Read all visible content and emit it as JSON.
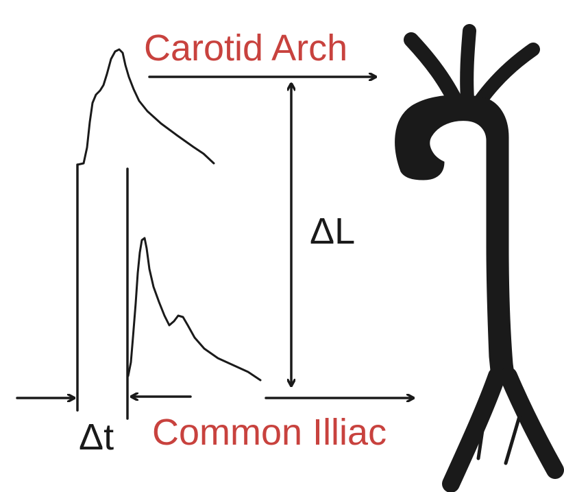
{
  "labels": {
    "carotid_arch": "Carotid Arch",
    "common_illiac": "Common Illiac",
    "delta_l": "ΔL",
    "delta_t": "Δt"
  },
  "colors": {
    "label_red": "#c8423e",
    "ink": "#1a1a1a",
    "background": "#ffffff"
  },
  "icons": {
    "aorta": "aorta-silhouette-icon"
  }
}
